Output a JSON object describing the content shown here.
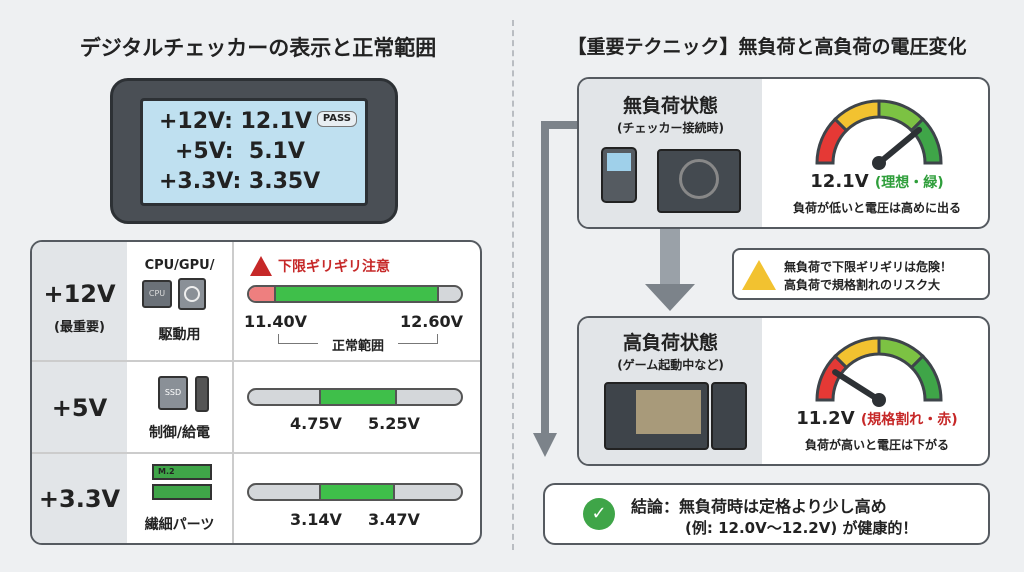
{
  "left": {
    "title": "デジタルチェッカーの表示と正常範囲",
    "checker": {
      "lines": [
        "+12V: 12.1V",
        "+5V:  5.1V",
        "+3.3V: 3.35V"
      ],
      "badge": "PASS"
    },
    "rows": [
      {
        "rail": "+12V",
        "note": "(最重要)",
        "use_top": "CPU/GPU/",
        "use": "駆動用",
        "icon_labels": [
          "CPU"
        ],
        "min": "11.40V",
        "max": "12.60V",
        "warning": "下限ギリギリ注意",
        "range_label": "正常範囲"
      },
      {
        "rail": "+5V",
        "use": "制御/給電",
        "icon_labels": [
          "SSD"
        ],
        "min": "4.75V",
        "max": "5.25V"
      },
      {
        "rail": "+3.3V",
        "use": "繊細パーツ",
        "icon_labels": [
          "M.2"
        ],
        "min": "3.14V",
        "max": "3.47V"
      }
    ]
  },
  "right": {
    "title": "【重要テクニック】無負荷と高負荷の電圧変化",
    "no_load": {
      "title": "無負荷状態",
      "sub": "(チェッカー接続時)",
      "value": "12.1V",
      "status": "(理想・緑)",
      "desc": "負荷が低いと電圧は高めに出る",
      "gauge_fraction": 0.78
    },
    "warning": {
      "line1": "無負荷で下限ギリギリは危険！",
      "line2": "高負荷で規格割れのリスク大"
    },
    "high_load": {
      "title": "高負荷状態",
      "sub": "(ゲーム起動中など)",
      "value": "11.2V",
      "status": "(規格割れ・赤)",
      "desc": "負荷が高いと電圧は下がる",
      "gauge_fraction": 0.18
    },
    "conclusion": {
      "line1": "結論：無負荷時は定格より少し高め",
      "line2": "(例: 12.0V〜12.2V) が健康的！"
    }
  },
  "colors": {
    "green": "#3fbf4a",
    "red": "#c62828",
    "yellow": "#f2c230"
  }
}
